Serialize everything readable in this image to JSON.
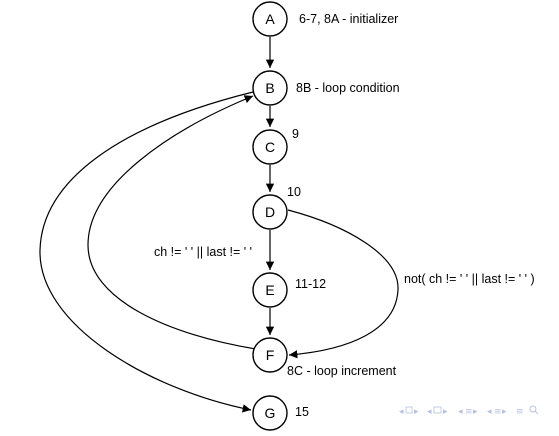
{
  "nodes": {
    "a": {
      "label": "A",
      "annotation": "6-7, 8A - initializer"
    },
    "b": {
      "label": "B",
      "annotation": "8B - loop condition"
    },
    "c": {
      "label": "C",
      "annotation": "9"
    },
    "d": {
      "label": "D",
      "annotation": "10"
    },
    "e": {
      "label": "E",
      "annotation": "11-12"
    },
    "f": {
      "label": "F",
      "annotation": "8C - loop increment"
    },
    "g": {
      "label": "G",
      "annotation": "15"
    }
  },
  "edges": {
    "d_e": {
      "label": "ch != ' ' || last != ' '"
    },
    "d_f": {
      "label": "not( ch != ' ' || last != ' ' )"
    }
  },
  "colors": {
    "stroke": "#000000",
    "node_fill": "#ffffff",
    "nav_icons": "#b9bfe0"
  },
  "nav_icons": [
    "prev-frame-icon",
    "prev-section-icon",
    "prev-subsection-icon",
    "next-subsection-icon",
    "menu-icon",
    "search-icon"
  ]
}
